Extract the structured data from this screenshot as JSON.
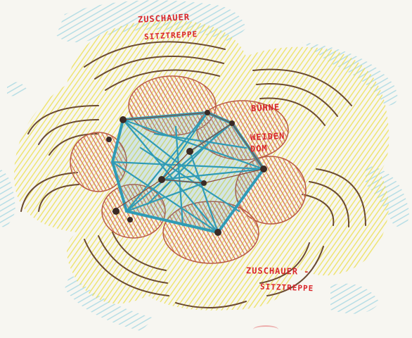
{
  "labels": {
    "top_line1": "ZUSCHAUER",
    "top_line2": "SITZTREPPE",
    "stage": "BÜHNE",
    "dome_line1": "WEIDEN",
    "dome_line2": "DOM",
    "bottom_line1": "ZUSCHAUER -",
    "bottom_line2": "SITZTREPPE"
  },
  "colors": {
    "paper": "#f7f6f1",
    "stage_fill": "#d9826a",
    "dome_lines": "#2f9bb5",
    "audience_yellow": "#ecdf54",
    "seat_rows": "#6b4a30",
    "outer_wash": "#9cd4e1",
    "label_red": "#d9262b"
  }
}
